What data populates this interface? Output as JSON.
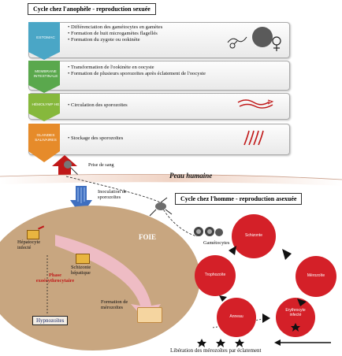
{
  "mosquito_cycle": {
    "title": "Cycle chez l'anophèle - reproduction sexuée",
    "stages": [
      {
        "label": "ESTOMAC",
        "color": "#4aa6c6",
        "bullets": [
          "Différenciation des gamétocytes en gamètes",
          "Formation de huit microgamètes flagellés",
          "Formation du zygote ou ookinète"
        ]
      },
      {
        "label": "MEMBRANE INTESTINALE",
        "color": "#5aa84d",
        "bullets": [
          "Transformation de l'ookinète en oocyste",
          "Formation de plusieurs sporozoïtes après éclatement de l'oocyste"
        ]
      },
      {
        "label": "HÉMOLYMP HE",
        "color": "#86b83c",
        "bullets": [
          "Circulation des sporozoïtes"
        ]
      },
      {
        "label": "GLANDES SALIVAIRES",
        "color": "#e68b2a",
        "bullets": [
          "Stockage des sporozoïtes"
        ]
      }
    ]
  },
  "transfer": {
    "blood_meal": "Prise de sang",
    "skin": "Peau humaine",
    "inoculation": "Inoculation de sporozoïtes"
  },
  "human_cycle": {
    "title": "Cycle chez l'homme - reproduction asexuée",
    "liver": {
      "title": "FOIE",
      "infected_hepatocyte": "Hépatocyte infecté",
      "hepatic_schizont": "Schizonte hépatique",
      "phase": "Phase exoérythrocytaire",
      "merozoite_formation": "Formation de mérozoïtes",
      "hypnozoites": "Hypnozoïtes"
    },
    "gametocytes": "Gamétocytes",
    "erythrocytic_stages": [
      "Schizonte",
      "Mérozoïte",
      "Erythrocyte infecté",
      "Anneau",
      "Trophozoïte"
    ],
    "release": "Libération des mérozoïtes par éclatement"
  },
  "colors": {
    "liver_fill": "#c8a680",
    "rbc": "#d42028",
    "red_arrow": "#c01818",
    "blue_arrow": "#3f6fc0"
  }
}
